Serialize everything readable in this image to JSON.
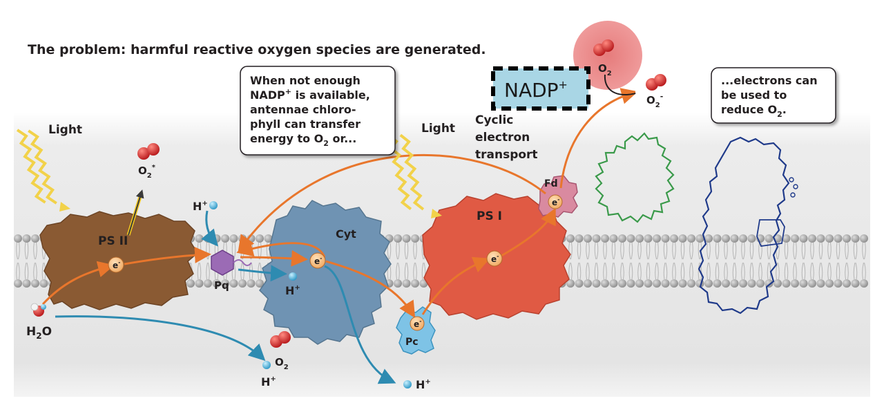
{
  "header": {
    "title": "The problem: harmful reactive oxygen species are generated."
  },
  "callouts": {
    "left": [
      "When not enough",
      "NADP",
      "+",
      " is available,",
      "antennae chloro-",
      "phyll can transfer",
      "energy to O",
      "2",
      " or..."
    ],
    "right": [
      "...electrons can",
      "be used to",
      "reduce O",
      "2",
      "."
    ],
    "nadp_box": {
      "main": "NADP",
      "sup": "+"
    }
  },
  "labels": {
    "light_left": "Light",
    "light_right": "Light",
    "cyclic": [
      "Cyclic",
      "electron",
      "transport"
    ],
    "ps2": "PS II",
    "ps1": "PS I",
    "cyt": "Cyt",
    "pq": "Pq",
    "pc": "Pc",
    "fd": "Fd",
    "electron": "e",
    "electron_sup": "-",
    "h_plus": "H",
    "plus": "+",
    "h2o": [
      "H",
      "2",
      "O"
    ],
    "o2_star": [
      "O",
      "2",
      "*"
    ],
    "o2_bottom": [
      "O",
      "2"
    ],
    "o2_top": [
      "O",
      "2"
    ],
    "o2_minus": [
      "O",
      "2",
      "-"
    ]
  },
  "colors": {
    "membrane_band": "#e6e6e6",
    "lipid_head": "#9e9e9e",
    "ps2": "#8a5a33",
    "cyt": "#6f93b3",
    "ps1": "#e05a44",
    "orange_arrow": "#e8762c",
    "blue_arrow": "#2e8bb1",
    "oxygen_red": "#d7262a",
    "nadp_box_fill": "#a9d6e5",
    "o2_glow": "#e88080",
    "green_outline": "#3a9a4a",
    "navy_outline": "#1f3a8a"
  }
}
